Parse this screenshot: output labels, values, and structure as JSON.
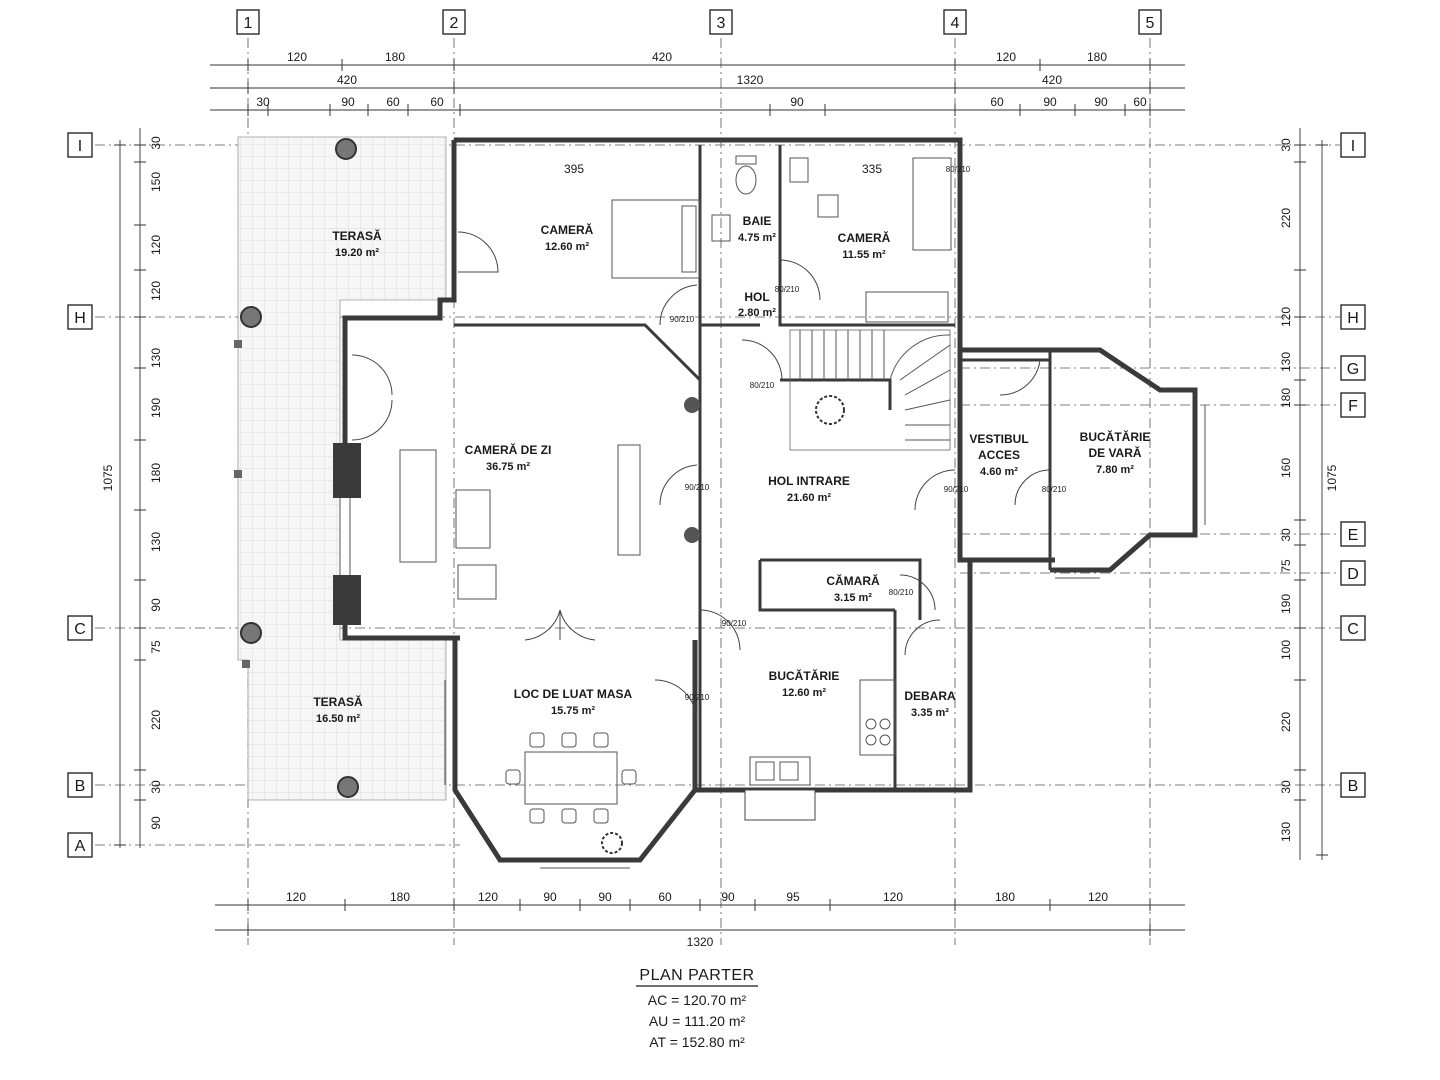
{
  "title": "PLAN PARTER",
  "summary": [
    "AC = 120.70 m²",
    "AU = 111.20 m²",
    "AT = 152.80 m²"
  ],
  "grid_columns": [
    "1",
    "2",
    "3",
    "4",
    "5"
  ],
  "grid_rows_left": [
    "I",
    "H",
    "C",
    "B",
    "A"
  ],
  "grid_rows_right": [
    "I",
    "H",
    "G",
    "F",
    "E",
    "D",
    "C",
    "B"
  ],
  "dims_top_row1": [
    "120",
    "180",
    "420",
    "120",
    "180"
  ],
  "dims_top_row2": [
    "420",
    "1320",
    "420"
  ],
  "dims_top_row3": [
    "30",
    "90",
    "60",
    "60",
    "90",
    "60",
    "90",
    "90",
    "60"
  ],
  "dims_bottom_row1": [
    "120",
    "180",
    "120",
    "90",
    "90",
    "60",
    "90",
    "95",
    "120",
    "180",
    "120"
  ],
  "dims_bottom_total": "1320",
  "dims_left": [
    "30",
    "150",
    "120",
    "120",
    "130",
    "190",
    "180",
    "130",
    "90",
    "75",
    "220",
    "30",
    "90"
  ],
  "dims_left_total": "1075",
  "dims_right": [
    "30",
    "220",
    "120",
    "130",
    "180",
    "160",
    "30",
    "75",
    "190",
    "100",
    "220",
    "30",
    "130"
  ],
  "dims_right_total": "1075",
  "inner_dims": [
    "395",
    "335"
  ],
  "door_labels": [
    "90/210",
    "80/210",
    "90/210",
    "90/210",
    "90/210",
    "80/210",
    "90/210",
    "80/210",
    "80/210",
    "80/210"
  ],
  "rooms": [
    {
      "name": "TERASĂ",
      "area": "19.20 m²"
    },
    {
      "name": "CAMERĂ",
      "area": "12.60 m²"
    },
    {
      "name": "BAIE",
      "area": "4.75 m²"
    },
    {
      "name": "CAMERĂ",
      "area": "11.55 m²"
    },
    {
      "name": "HOL",
      "area": "2.80 m²"
    },
    {
      "name": "CAMERĂ DE ZI",
      "area": "36.75 m²"
    },
    {
      "name": "HOL INTRARE",
      "area": "21.60 m²"
    },
    {
      "name": "VESTIBUL",
      "name2": "ACCES",
      "area": "4.60 m²"
    },
    {
      "name": "BUCĂTĂRIE",
      "name2": "DE VARĂ",
      "area": "7.80 m²"
    },
    {
      "name": "CĂMARĂ",
      "area": "3.15 m²"
    },
    {
      "name": "TERASĂ",
      "area": "16.50 m²"
    },
    {
      "name": "LOC DE LUAT MASA",
      "area": "15.75 m²"
    },
    {
      "name": "BUCĂTĂRIE",
      "area": "12.60 m²"
    },
    {
      "name": "DEBARA",
      "area": "3.35 m²"
    }
  ]
}
